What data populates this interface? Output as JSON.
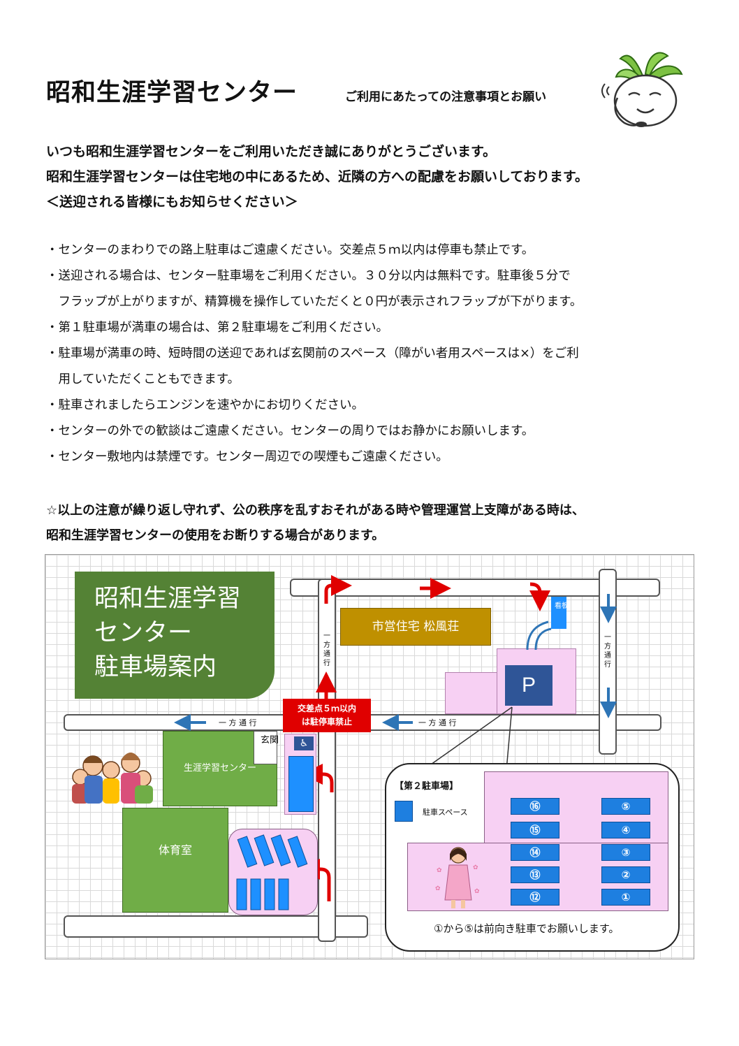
{
  "header": {
    "title": "昭和生涯学習センター",
    "subtitle": "ご利用にあたっての注意事項とお願い"
  },
  "greeting": [
    "いつも昭和生涯学習センターをご利用いただき誠にありがとうございます。",
    "昭和生涯学習センターは住宅地の中にあるため、近隣の方への配慮をお願いしております。",
    "＜送迎される皆様にもお知らせください＞"
  ],
  "notices": [
    "・センターのまわりでの路上駐車はご遠慮ください。交差点５ｍ以内は停車も禁止です。",
    "・送迎される場合は、センター駐車場をご利用ください。３０分以内は無料です。駐車後５分で",
    "　フラップが上がりますが、精算機を操作していただくと０円が表示されフラップが下がります。",
    "・第１駐車場が満車の場合は、第２駐車場をご利用ください。",
    "・駐車場が満車の時、短時間の送迎であれば玄関前のスペース（障がい者用スペースは×）をご利",
    "　用していただくこともできます。",
    "・駐車されましたらエンジンを速やかにお切りください。",
    "・センターの外での歓談はご遠慮ください。センターの周りではお静かにお願いします。",
    "・センター敷地内は禁煙です。センター周辺での喫煙もご遠慮ください。"
  ],
  "warning": [
    "☆以上の注意が繰り返し守れず、公の秩序を乱すおそれがある時や管理運営上支障がある時は、",
    "昭和生涯学習センターの使用をお断りする場合があります。"
  ],
  "map": {
    "title_lines": [
      "昭和生涯学習",
      "センター",
      "駐車場案内"
    ],
    "housing": "市営住宅 松風荘",
    "parking_p": "P",
    "sign": "看板",
    "one_way_v": "一方通行",
    "one_way_h": "一 方 通 行",
    "no_stop": [
      "交差点５ｍ以内",
      "は駐停車禁止"
    ],
    "entrance": "玄関",
    "center": "生涯学習センター",
    "gym": "体育室",
    "lot2": {
      "label": "【第２駐車場】",
      "legend": "駐車スペース",
      "left_spots": [
        "⑯",
        "⑮",
        "⑭",
        "⑬",
        "⑫"
      ],
      "right_spots": [
        "⑤",
        "④",
        "③",
        "②",
        "①"
      ],
      "note": "①から⑤は前向き駐車でお願いします。"
    },
    "wheelchair_icon": "wheelchair-icon"
  },
  "colors": {
    "green_title": "#548235",
    "green_building": "#70ad47",
    "housing": "#bf9000",
    "parking_blue": "#2f5597",
    "spot_blue": "#1e7fe0",
    "pink": "#f7d0f3",
    "arrow_red": "#e00000",
    "arrow_blue": "#2e75b6"
  }
}
